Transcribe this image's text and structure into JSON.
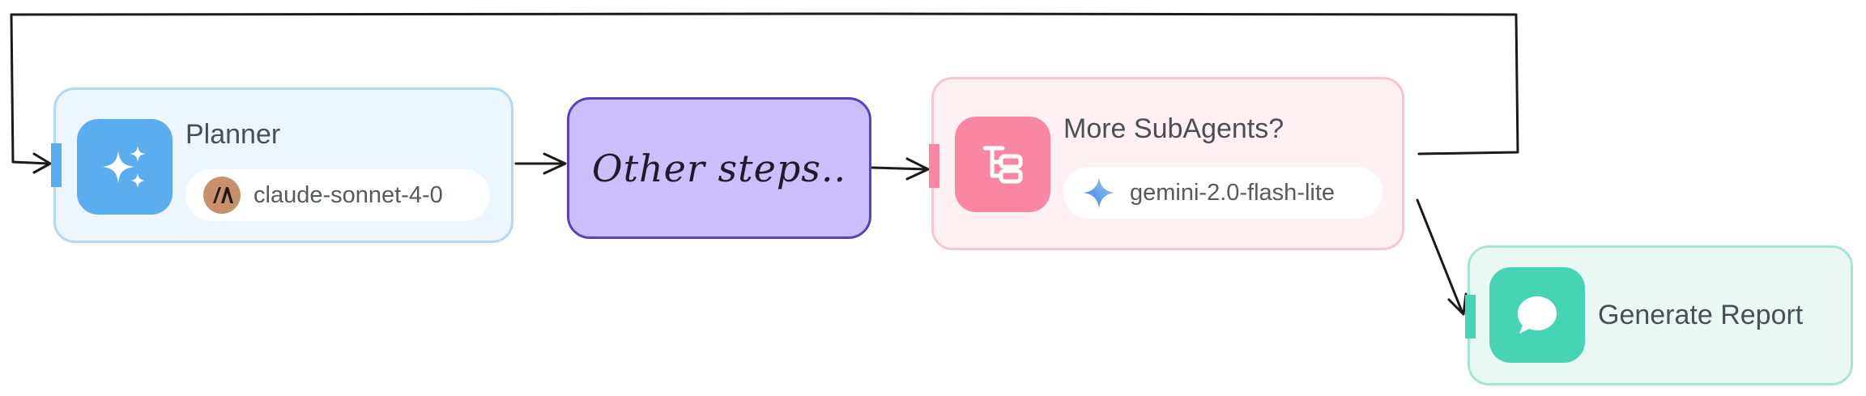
{
  "nodes": {
    "planner": {
      "title": "Planner",
      "model": "claude-sonnet-4-0",
      "icon": "sparkles-icon",
      "model_icon": "anthropic-logo-icon",
      "accent": "#5aaef0"
    },
    "steps": {
      "label": "Other steps.."
    },
    "subagents": {
      "title": "More SubAgents?",
      "model": "gemini-2.0-flash-lite",
      "icon": "subagents-tree-icon",
      "model_icon": "gemini-sparkle-icon",
      "accent": "#f987a4"
    },
    "report": {
      "title": "Generate Report",
      "icon": "chat-bubble-icon",
      "accent": "#46d4b4"
    }
  }
}
